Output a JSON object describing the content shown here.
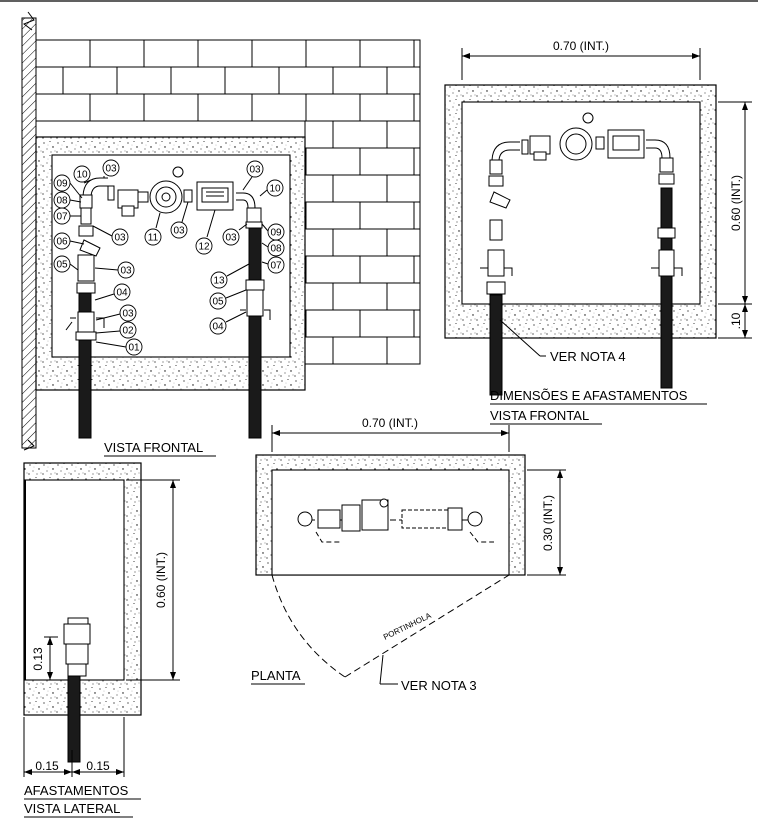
{
  "balloons": {
    "b01": "01",
    "b02": "02",
    "b03": "03",
    "b04": "04",
    "b05": "05",
    "b06": "06",
    "b07": "07",
    "b08": "08",
    "b09": "09",
    "b10": "10",
    "b11": "11",
    "b12": "12",
    "b13": "13"
  },
  "labels": {
    "vista_frontal": "VISTA FRONTAL",
    "dim_title_1": "DIMENSÕES E AFASTAMENTOS",
    "dim_title_2": "VISTA FRONTAL",
    "ver_nota_4": "VER NOTA 4",
    "planta": "PLANTA",
    "ver_nota_3": "VER NOTA 3",
    "portinhola": "PORTINHOLA",
    "afast_1": "AFASTAMENTOS",
    "afast_2": "VISTA LATERAL"
  },
  "dimensions": {
    "top_width": "0.70 (INT.)",
    "top_height": "0.60 (INT.)",
    "top_base": ".10",
    "plan_width": "0.70 (INT.)",
    "plan_depth": "0.30 (INT.)",
    "lat_height": "0.60 (INT.)",
    "lat_small": "0.13",
    "lat_left": "0.15",
    "lat_right": "0.15"
  },
  "colors": {
    "line": "#000000",
    "background": "#ffffff",
    "pipe": "#1a1a1a"
  }
}
